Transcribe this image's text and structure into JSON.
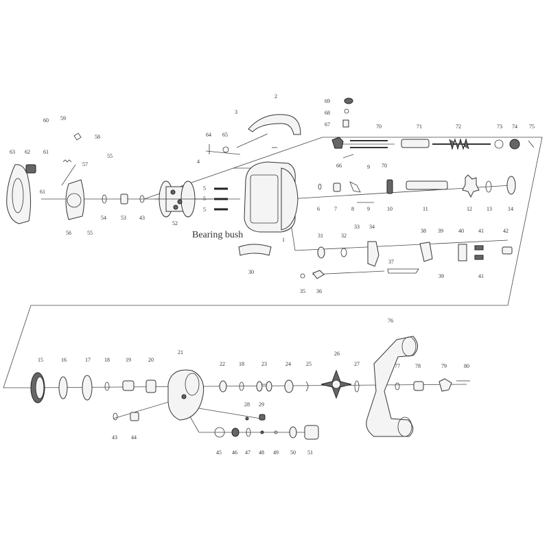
{
  "annotation": "Bearing bush",
  "labels": {
    "p1": "1",
    "p2": "2",
    "p3": "3",
    "p4": "4",
    "p5a": "5",
    "p5b": "5",
    "p5c": "5",
    "p6": "6",
    "p7": "7",
    "p8": "8",
    "p9a": "9",
    "p9b": "9",
    "p10": "10",
    "p11": "11",
    "p12": "12",
    "p13": "13",
    "p14": "14",
    "p15": "15",
    "p16": "16",
    "p17": "17",
    "p18a": "18",
    "p18b": "18",
    "p19": "19",
    "p20": "20",
    "p21": "21",
    "p22": "22",
    "p23": "23",
    "p24": "24",
    "p25": "25",
    "p26": "26",
    "p27": "27",
    "p28": "28",
    "p29": "29",
    "p30": "30",
    "p31": "31",
    "p32": "32",
    "p33": "33",
    "p34": "34",
    "p35": "35",
    "p36": "36",
    "p37": "37",
    "p38": "38",
    "p39a": "39",
    "p39b": "39",
    "p40": "40",
    "p41a": "41",
    "p41b": "41",
    "p42": "42",
    "p43a": "43",
    "p43b": "43",
    "p44": "44",
    "p45": "45",
    "p46": "46",
    "p47": "47",
    "p48": "48",
    "p49": "49",
    "p50": "50",
    "p51": "51",
    "p52": "52",
    "p53": "53",
    "p54": "54",
    "p55a": "55",
    "p55b": "55",
    "p56": "56",
    "p57": "57",
    "p58": "58",
    "p59": "59",
    "p60": "60",
    "p61a": "61",
    "p61b": "61",
    "p62": "62",
    "p63": "63",
    "p64": "64",
    "p65": "65",
    "p66": "66",
    "p67": "67",
    "p68": "68",
    "p69": "69",
    "p70a": "70",
    "p70b": "70",
    "p71": "71",
    "p72": "72",
    "p73": "73",
    "p74": "74",
    "p75": "75",
    "p76": "76",
    "p77": "77",
    "p78": "78",
    "p79": "79",
    "p80": "80"
  }
}
